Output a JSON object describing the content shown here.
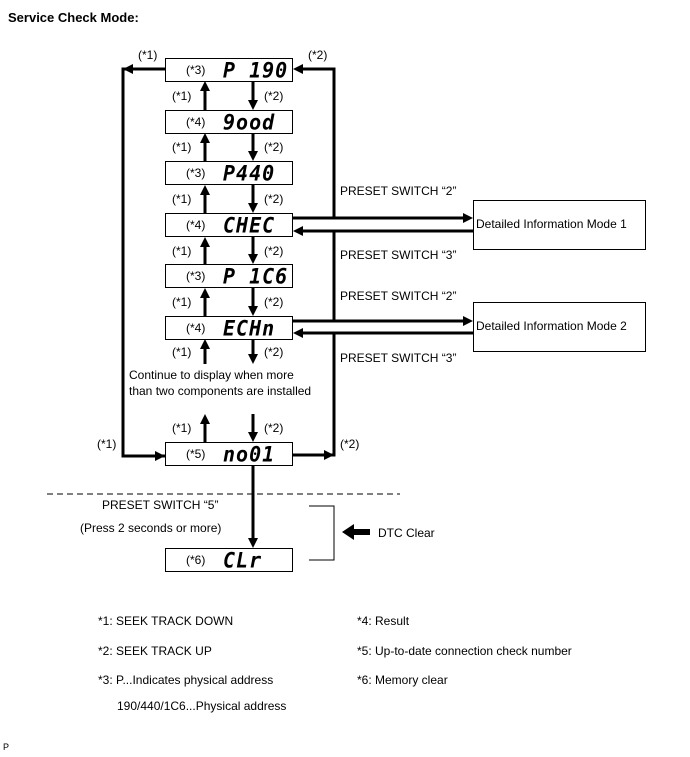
{
  "title": "Service Check Mode:",
  "labels": {
    "down": "(*1)",
    "up": "(*2)"
  },
  "displays": [
    {
      "ref": "(*3)",
      "text": "P 190"
    },
    {
      "ref": "(*4)",
      "text": "9ood"
    },
    {
      "ref": "(*3)",
      "text": "P440"
    },
    {
      "ref": "(*4)",
      "text": "CHEC"
    },
    {
      "ref": "(*3)",
      "text": "P 1C6"
    },
    {
      "ref": "(*4)",
      "text": "ECHn"
    },
    {
      "ref": "(*5)",
      "text": "no01"
    },
    {
      "ref": "(*6)",
      "text": "CLr"
    }
  ],
  "continue_note": [
    "Continue to display when more",
    "than two components are installed"
  ],
  "detail_modes": [
    {
      "label": "Detailed Information Mode 1",
      "enter": "PRESET SWITCH “2”",
      "exit": "PRESET SWITCH “3”"
    },
    {
      "label": "Detailed Information Mode 2",
      "enter": "PRESET SWITCH “2”",
      "exit": "PRESET SWITCH “3”"
    }
  ],
  "clear": {
    "switch": "PRESET SWITCH “5”",
    "hold": "(Press 2 seconds or more)",
    "label": "DTC Clear"
  },
  "legend": {
    "left": [
      "*1: SEEK TRACK DOWN",
      "*2: SEEK TRACK UP",
      "*3: P...Indicates physical address",
      "190/440/1C6...Physical address"
    ],
    "right": [
      "*4: Result",
      "*5: Up-to-date connection check number",
      "*6: Memory clear"
    ]
  },
  "footer_mark": "P"
}
